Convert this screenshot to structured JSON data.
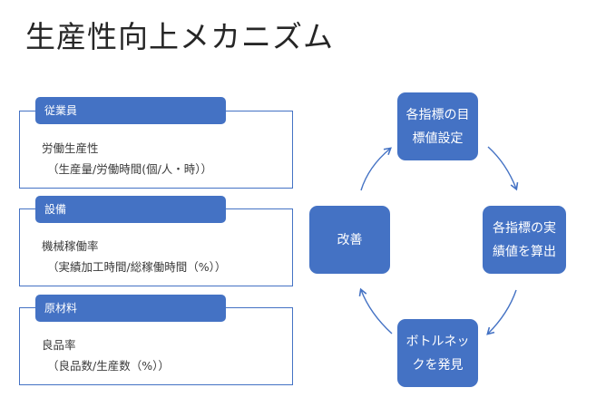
{
  "title": "生産性向上メカニズム",
  "cards": [
    {
      "header": "従業員",
      "line1": "労働生産性",
      "line2": "（生産量/労働時間(個/人・時））"
    },
    {
      "header": "設備",
      "line1": "機械稼働率",
      "line2": "（実績加工時間/総稼働時間（%））"
    },
    {
      "header": "原材料",
      "line1": "良品率",
      "line2": "（良品数/生産数（%））"
    }
  ],
  "cycle": {
    "top": "各指標の目標値設定",
    "right": "各指標の実績値を算出",
    "bottom": "ボトルネックを発見",
    "left": "改善"
  },
  "colors": {
    "accent": "#4472c4",
    "title": "#262626"
  }
}
